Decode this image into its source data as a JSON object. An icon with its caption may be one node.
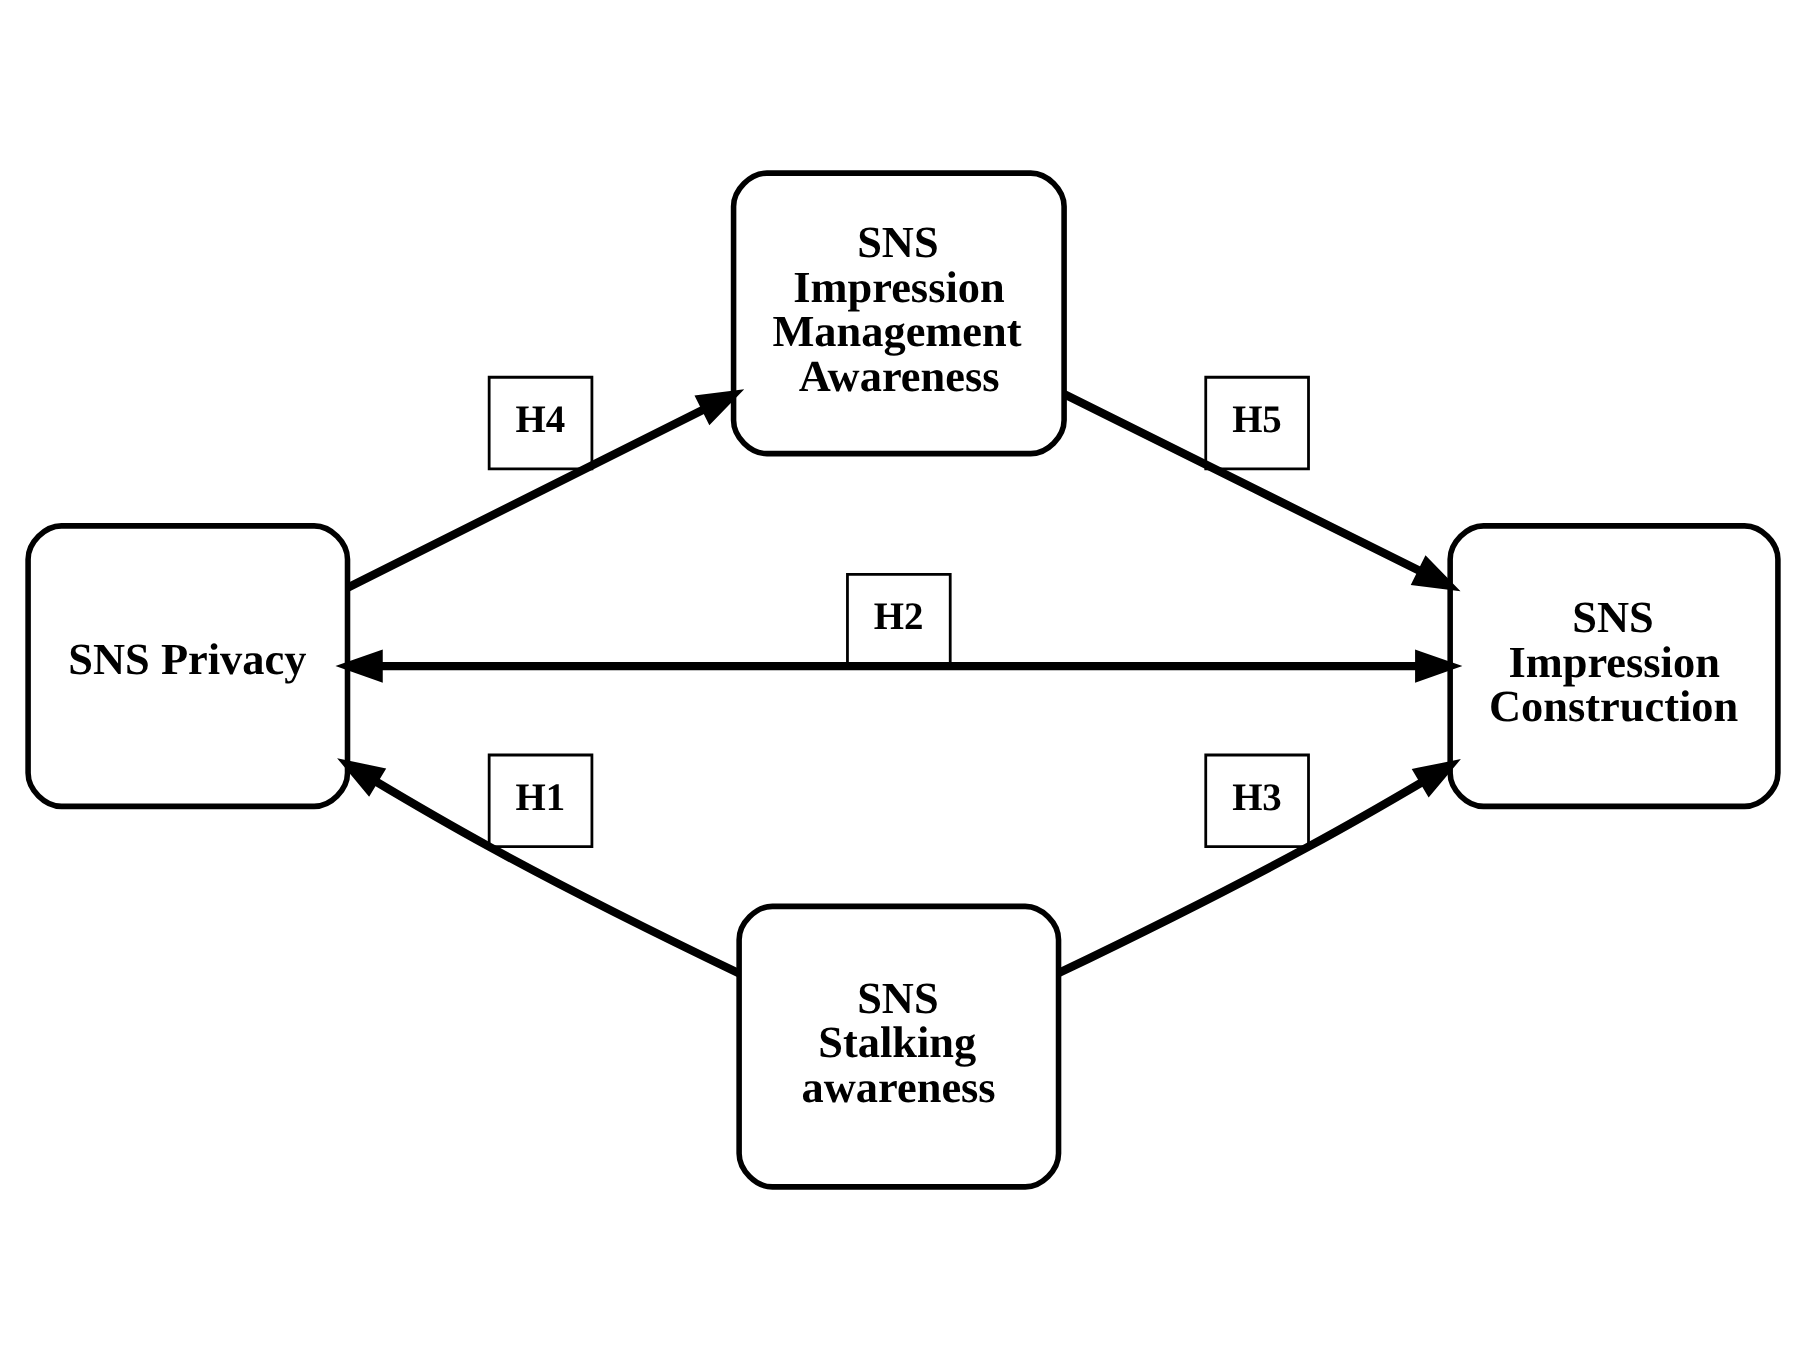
{
  "diagram": {
    "nodes": [
      {
        "text": [
          "SNS Privacy"
        ]
      },
      {
        "text": [
          "SNS Impression Management Awareness"
        ]
      },
      {
        "text": [
          "SNS Impression Construction"
        ]
      },
      {
        "text": [
          "SNS Stalking awareness"
        ]
      }
    ],
    "edges": [
      {
        "from": 0,
        "to": 1,
        "arrow": "to",
        "label": "H4"
      },
      {
        "from": 1,
        "to": 2,
        "arrow": "to",
        "label": "H5"
      },
      {
        "from": 0,
        "to": 2,
        "arrow": "both",
        "label": "H2"
      },
      {
        "from": 3,
        "to": 0,
        "arrow": "to",
        "label": "H1"
      },
      {
        "from": 3,
        "to": 2,
        "arrow": "to",
        "label": "H3"
      }
    ]
  }
}
